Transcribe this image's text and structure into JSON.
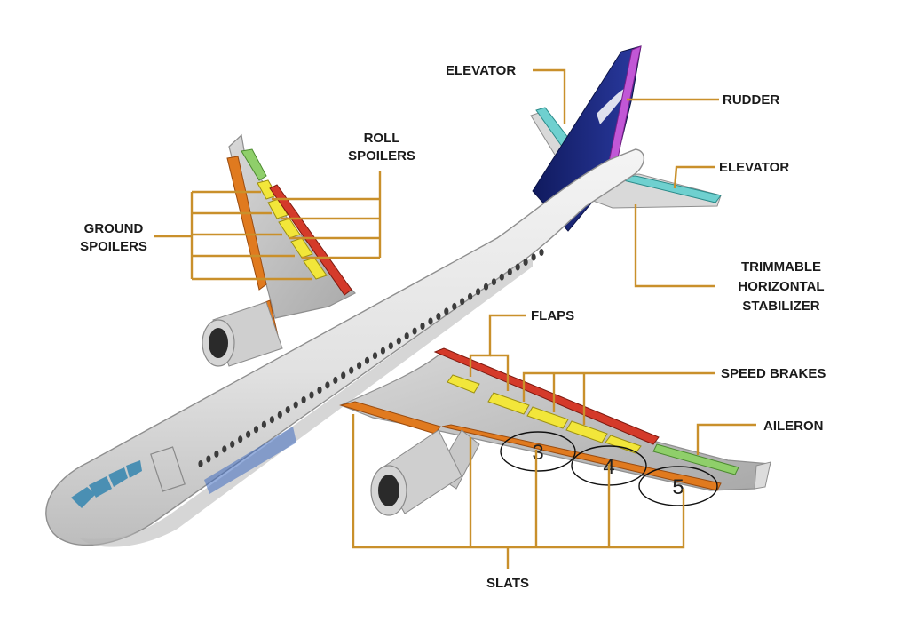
{
  "labels": {
    "elevator_top": "ELEVATOR",
    "rudder": "RUDDER",
    "elevator_right": "ELEVATOR",
    "roll_spoilers_1": "ROLL",
    "roll_spoilers_2": "SPOILERS",
    "ground_spoilers_1": "GROUND",
    "ground_spoilers_2": "SPOILERS",
    "trimmable_1": "TRIMMABLE",
    "trimmable_2": "HORIZONTAL",
    "trimmable_3": "STABILIZER",
    "flaps": "FLAPS",
    "speed_brakes": "SPEED BRAKES",
    "aileron": "AILERON",
    "slats": "SLATS"
  },
  "markers": [
    "3",
    "4",
    "5"
  ],
  "colors": {
    "leader": "#c9902b",
    "slat": "#e07a1f",
    "spoiler": "#f2e63a",
    "flap": "#d43a2a",
    "aileron": "#8fcf6a",
    "elevator": "#6fd0cf",
    "rudder": "#c157d6",
    "tail": "#1b2a80",
    "window": "#4a8fb3"
  }
}
